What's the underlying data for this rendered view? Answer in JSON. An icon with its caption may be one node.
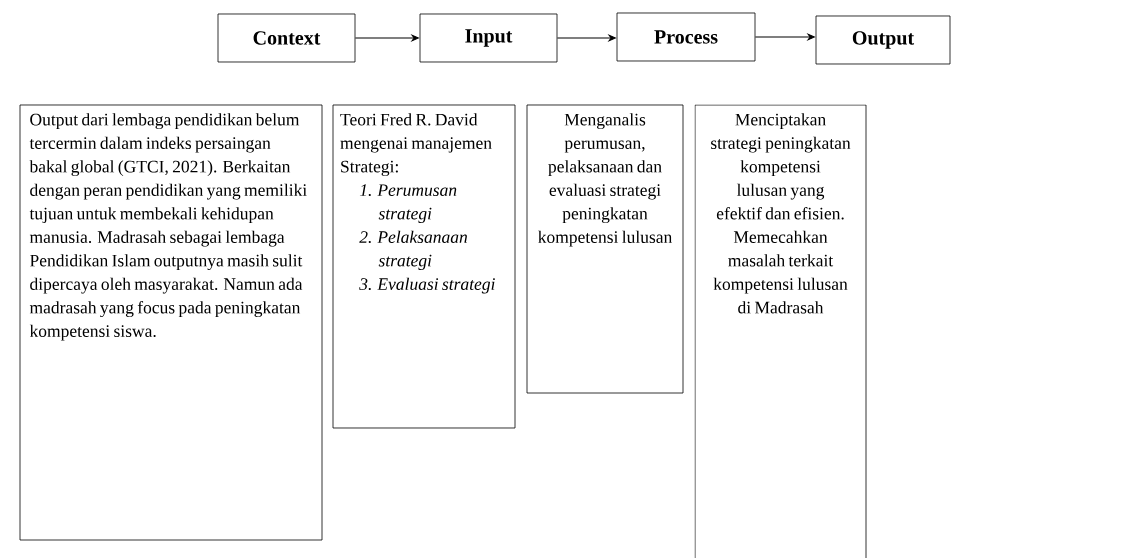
{
  "diagram": {
    "nodes": [
      {
        "text": [
          "Context"
        ]
      },
      {
        "text": [
          "Input"
        ]
      },
      {
        "text": [
          "Process"
        ]
      },
      {
        "text": [
          "Output"
        ]
      },
      {
        "text": [
          "Output dari lembaga pendidikan belum tercermin dalam indeks persaingan bakal global (GTCI, 2021). Berkaitan dengan peran pendidikan yang memiliki tujuan untuk membekali kehidupan manusia. Madrasah sebagai lembaga Pendidikan Islam outputnya masih sulit dipercaya oleh masyarakat. Namun ada madrasah yang focus pada peningkatan kompetensi siswa."
        ]
      },
      {
        "text": [
          "Teori Fred R. David mengenai manajemen Strategi:",
          "1. Perumusan strategi",
          "2. Pelaksanaan strategi",
          "3. Evaluasi strategi"
        ]
      },
      {
        "text": [
          "Menganalis perumusan, pelaksanaan dan evaluasi strategi peningkatan kompetensi lulusan"
        ]
      },
      {
        "text": [
          "Menciptakan strategi peningkatan kompetensi lulusan yang efektif dan efisien. Memecahkan masalah terkait kompetensi lulusan di Madrasah"
        ]
      }
    ],
    "edges": [
      {
        "from": 0,
        "to": 1,
        "arrow": "to"
      },
      {
        "from": 1,
        "to": 2,
        "arrow": "to"
      },
      {
        "from": 2,
        "to": 3,
        "arrow": "to"
      }
    ]
  }
}
